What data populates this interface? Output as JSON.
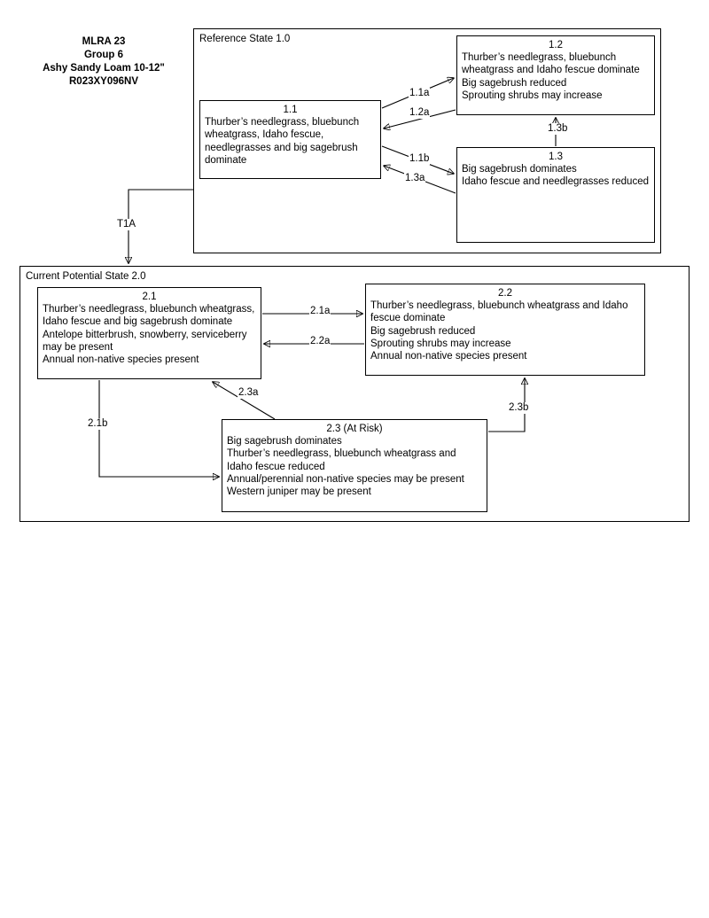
{
  "title_block": {
    "lines": "MLRA 23\nGroup 6\nAshy Sandy Loam 10-12\"\nR023XY096NV",
    "text": "MLRA 23 Group 6 Ashy Sandy Loam 10-12\" R023XY096NV"
  },
  "states": [
    {
      "id": "1.0",
      "label": "Reference State 1.0",
      "phases": [
        {
          "id": "1.1",
          "description": "Thurber’s needlegrass, bluebunch wheatgrass, Idaho fescue, needlegrasses and big sagebrush dominate"
        },
        {
          "id": "1.2",
          "description": "Thurber’s needlegrass, bluebunch wheatgrass and Idaho fescue dominate\nBig sagebrush reduced\nSprouting shrubs may increase"
        },
        {
          "id": "1.3",
          "description": "Big sagebrush dominates\nIdaho fescue and needlegrasses reduced"
        }
      ]
    },
    {
      "id": "2.0",
      "label": "Current Potential State 2.0",
      "phases": [
        {
          "id": "2.1",
          "description": "Thurber’s needlegrass, bluebunch wheatgrass, Idaho fescue and big sagebrush dominate\nAntelope bitterbrush, snowberry, serviceberry may be present\nAnnual non-native species present"
        },
        {
          "id": "2.2",
          "description": "Thurber’s needlegrass, bluebunch wheatgrass and Idaho fescue dominate\nBig sagebrush reduced\nSprouting shrubs may increase\nAnnual non-native species present"
        },
        {
          "id": "2.3 (At Risk)",
          "description": "Big sagebrush dominates\nThurber’s needlegrass, bluebunch wheatgrass and Idaho fescue reduced\nAnnual/perennial non-native species may be present\nWestern juniper may be present"
        }
      ]
    }
  ],
  "transitions": [
    {
      "label": "1.1a",
      "from": "1.1",
      "to": "1.2"
    },
    {
      "label": "1.2a",
      "from": "1.2",
      "to": "1.1"
    },
    {
      "label": "1.1b",
      "from": "1.1",
      "to": "1.3"
    },
    {
      "label": "1.3a",
      "from": "1.3",
      "to": "1.1"
    },
    {
      "label": "1.3b",
      "from": "1.3",
      "to": "1.2"
    },
    {
      "label": "T1A",
      "from": "1.0",
      "to": "2.0"
    },
    {
      "label": "2.1a",
      "from": "2.1",
      "to": "2.2"
    },
    {
      "label": "2.2a",
      "from": "2.2",
      "to": "2.1"
    },
    {
      "label": "2.1b",
      "from": "2.1",
      "to": "2.3"
    },
    {
      "label": "2.3a",
      "from": "2.3",
      "to": "2.1"
    },
    {
      "label": "2.3b",
      "from": "2.3",
      "to": "2.2"
    }
  ],
  "colors": {
    "background": "#ffffff",
    "stroke": "#000000",
    "text": "#000000"
  }
}
